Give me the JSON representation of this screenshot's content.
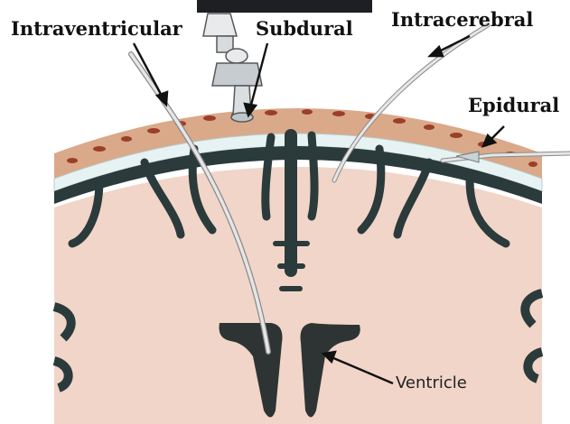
{
  "labels": {
    "intraventricular": "Intraventricular",
    "subdural": "Subdural",
    "intracerebral": "Intracerebral",
    "epidural": "Epidural",
    "ventricle": "Ventricle"
  },
  "colors": {
    "brain": "#f1d5c8",
    "bone": "#d9a98a",
    "bone_spots": "#9c3f28",
    "dura_band": "#e7f3f3",
    "dark_tissue": "#2b3a3a",
    "ventricle": "#2e3434",
    "catheter": "#e6e6e6",
    "catheter_outline": "#8a8a8a",
    "top_bar": "#1e1f22"
  }
}
